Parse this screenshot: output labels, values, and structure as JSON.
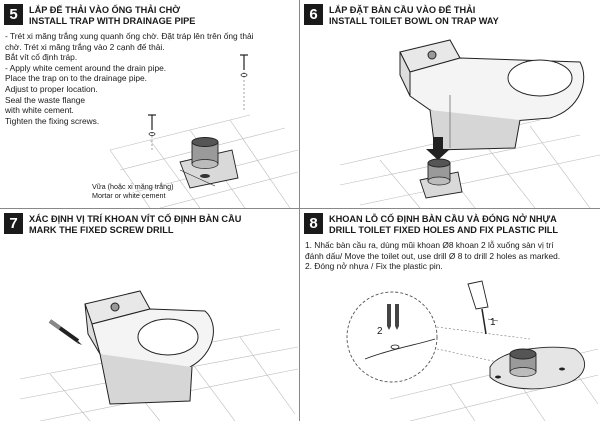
{
  "step5": {
    "number": "5",
    "title_vi": "LẮP ĐẾ THẢI VÀO ỐNG THẢI CHỜ",
    "title_en": "INSTALL TRAP WITH DRAINAGE PIPE",
    "lines": [
      "- Trét xi măng trắng xung quanh ống chờ. Đặt tráp lên trên ống thải",
      "chờ. Trét xi măng trắng vào 2 cạnh đế thải.",
      "Bắt vít cố định tráp.",
      "- Apply white cement around the drain pipe.",
      "Place the trap on to the drainage pipe.",
      "Adjust to proper location.",
      "Seal the waste flange",
      "with white cement.",
      "Tighten the fixing screws."
    ],
    "annotation_vi": "Vữa (hoặc xi măng trắng)",
    "annotation_en": "Mortar or white cement"
  },
  "step6": {
    "number": "6",
    "title_vi": "LẮP ĐẶT BÀN CẦU VÀO ĐẾ THẢI",
    "title_en": "INSTALL TOILET BOWL ON TRAP WAY"
  },
  "step7": {
    "number": "7",
    "title_vi": "XÁC ĐỊNH VỊ TRÍ KHOAN VÍT CỐ ĐỊNH BÀN CẦU",
    "title_en": "MARK THE FIXED SCREW DRILL"
  },
  "step8": {
    "number": "8",
    "title_vi": "KHOAN LỖ CỐ ĐỊNH BÀN CẦU VÀ ĐÓNG NỞ NHỰA",
    "title_en": "DRILL TOILET FIXED HOLES AND FIX PLASTIC PILL",
    "lines": [
      "1. Nhấc bàn cầu ra, dùng mũi khoan Ø8 khoan 2 lỗ xuống sàn vị trí",
      "đánh dấu/ Move the toilet out, use drill Ø 8 to drill 2 holes as marked.",
      "2. Đóng nở nhựa / Fix the plastic pin."
    ],
    "label_1": "1",
    "label_2": "2"
  }
}
